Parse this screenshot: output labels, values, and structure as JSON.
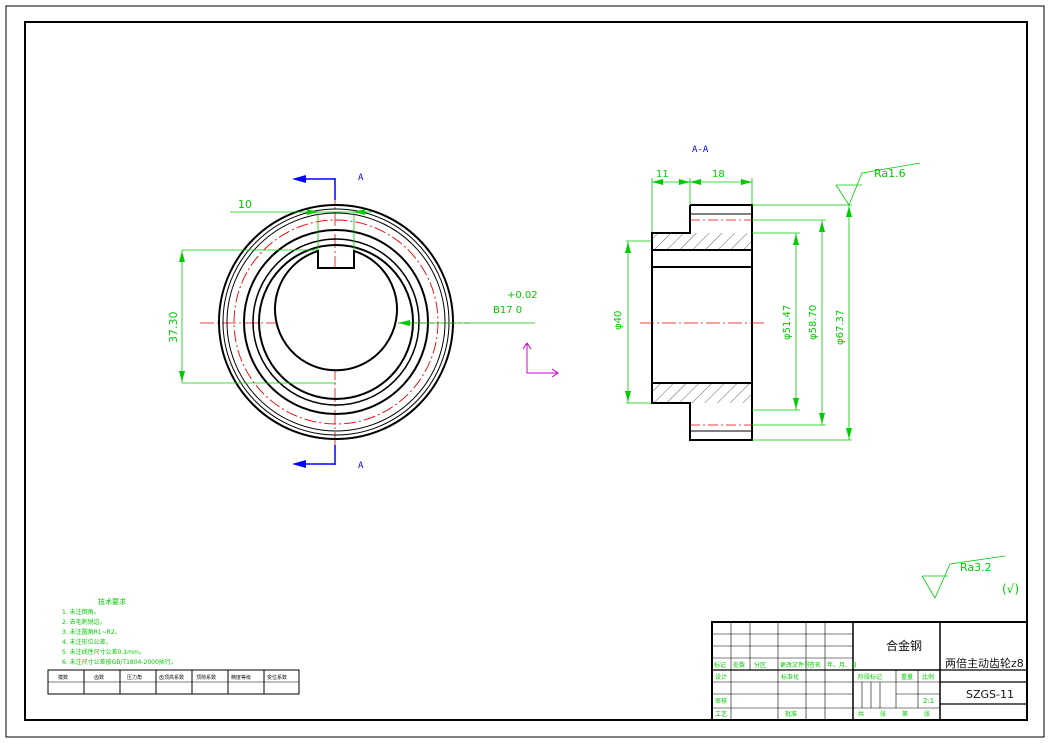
{
  "drawing": {
    "section_label": "A-A",
    "cut_mark_top": "A",
    "cut_mark_bottom": "A",
    "dim_key_width": "10",
    "dim_key_depth": "37.30",
    "dim_bore_tol": "+0.02",
    "dim_bore_fit": "B17  0",
    "dim_len_a": "11",
    "dim_len_b": "18",
    "dim_d1": "φ40",
    "dim_d2": "φ51.47",
    "dim_d3": "φ58.70",
    "dim_d4": "φ67.37",
    "roughness_top": "Ra1.6",
    "roughness_general": "Ra3.2",
    "roughness_paren": "(√)"
  },
  "notes": {
    "title": "技术要求",
    "items": [
      "1.  未注倒角。",
      "2.  去毛刺锐边。",
      "3.  未注圆角R1~R2。",
      "4.  未注形位公差。",
      "5.  未注线性尺寸公差0.1mm。",
      "6.  未注尺寸公差按GB/T1804-2000执行。"
    ]
  },
  "small_table": {
    "headers": [
      "模数",
      "齿数",
      "压力角",
      "齿顶高系数",
      "顶隙系数",
      "精度等级",
      "变位系数"
    ]
  },
  "title_block": {
    "material": "合金钢",
    "part_name": "两倍主动齿轮z8",
    "drawing_no": "SZGS-11",
    "scale": "2:1",
    "row_labels": [
      "标记",
      "处数",
      "分区",
      "更改文件号",
      "签名",
      "年、月、日"
    ],
    "label_design": "设计",
    "label_std": "标准化",
    "label_review": "审核",
    "label_process": "工艺",
    "label_approve": "批准",
    "label_stage": "阶段标记",
    "label_weight": "重量",
    "label_ratio": "比例",
    "label_sheets": [
      "共",
      "张",
      "第",
      "张"
    ]
  }
}
